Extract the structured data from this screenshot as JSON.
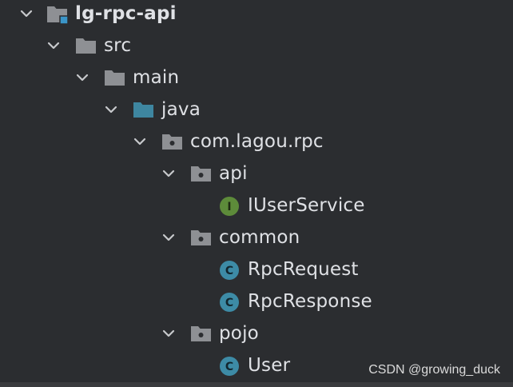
{
  "tree": {
    "root": {
      "label": "lg-rpc-api",
      "icon": "module-folder-icon"
    },
    "items": [
      {
        "label": "src",
        "icon": "folder-icon"
      },
      {
        "label": "main",
        "icon": "folder-icon"
      },
      {
        "label": "java",
        "icon": "source-root-folder-icon"
      },
      {
        "label": "com.lagou.rpc",
        "icon": "package-icon"
      },
      {
        "label": "api",
        "icon": "package-icon"
      },
      {
        "label": "IUserService",
        "icon": "interface-icon",
        "glyph": "I"
      },
      {
        "label": "common",
        "icon": "package-icon"
      },
      {
        "label": "RpcRequest",
        "icon": "class-icon",
        "glyph": "C"
      },
      {
        "label": "RpcResponse",
        "icon": "class-icon",
        "glyph": "C"
      },
      {
        "label": "pojo",
        "icon": "package-icon"
      },
      {
        "label": "User",
        "icon": "class-icon",
        "glyph": "C"
      }
    ]
  },
  "watermark": "CSDN @growing_duck",
  "colors": {
    "background": "#2b2d30",
    "text": "#dfe1e5",
    "folder": "#8e9094",
    "source_folder": "#3e86a0",
    "class_badge": "#3d8ba6",
    "interface_badge": "#5d8b3a"
  }
}
